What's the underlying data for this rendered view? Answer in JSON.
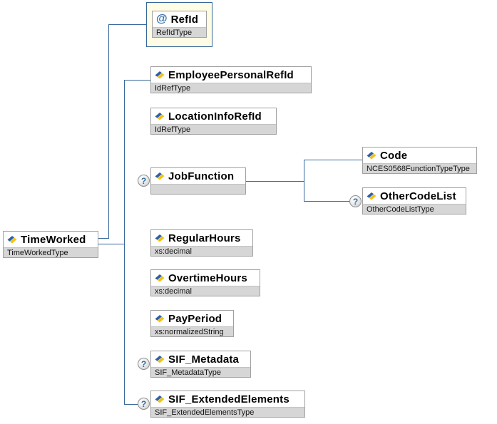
{
  "schema": {
    "diagram_kind": "xml-schema-content-model",
    "attribute_marker": "@",
    "optional_marker": "?",
    "root": {
      "name": "TimeWorked",
      "type": "TimeWorkedType"
    },
    "nodes": {
      "timeworked": {
        "name": "TimeWorked",
        "type": "TimeWorkedType",
        "optional": false
      },
      "refid": {
        "name": "RefId",
        "type": "RefIdType",
        "optional": false,
        "is_attribute": true
      },
      "employeepersonalrefid": {
        "name": "EmployeePersonalRefId",
        "type": "IdRefType",
        "optional": false
      },
      "locationinforefid": {
        "name": "LocationInfoRefId",
        "type": "IdRefType",
        "optional": false
      },
      "jobfunction": {
        "name": "JobFunction",
        "type": "",
        "optional": true
      },
      "code": {
        "name": "Code",
        "type": "NCES0568FunctionTypeType",
        "optional": false
      },
      "othercodelist": {
        "name": "OtherCodeList",
        "type": "OtherCodeListType",
        "optional": true
      },
      "regularhours": {
        "name": "RegularHours",
        "type": "xs:decimal",
        "optional": false
      },
      "overtimehours": {
        "name": "OvertimeHours",
        "type": "xs:decimal",
        "optional": false
      },
      "payperiod": {
        "name": "PayPeriod",
        "type": "xs:normalizedString",
        "optional": false
      },
      "sifmetadata": {
        "name": "SIF_Metadata",
        "type": "SIF_MetadataType",
        "optional": true
      },
      "sifextendedelements": {
        "name": "SIF_ExtendedElements",
        "type": "SIF_ExtendedElementsType",
        "optional": true
      }
    },
    "hierarchy": {
      "TimeWorked": [
        "RefId",
        "EmployeePersonalRefId",
        "LocationInfoRefId",
        "JobFunction",
        "RegularHours",
        "OvertimeHours",
        "PayPeriod",
        "SIF_Metadata",
        "SIF_ExtendedElements"
      ],
      "JobFunction": [
        "Code",
        "OtherCodeList"
      ]
    },
    "colors": {
      "connector": "#36689b",
      "box_border": "#a0a0a0",
      "type_bar_bg": "#d6d6d6",
      "attribute_box_bg": "#fffce5",
      "attribute_box_border": "#36689b",
      "optional_indicator_blue": "#2e6da4",
      "element_icon_blue": "#2f5fa5",
      "element_icon_yellow": "#f2c21a"
    }
  }
}
